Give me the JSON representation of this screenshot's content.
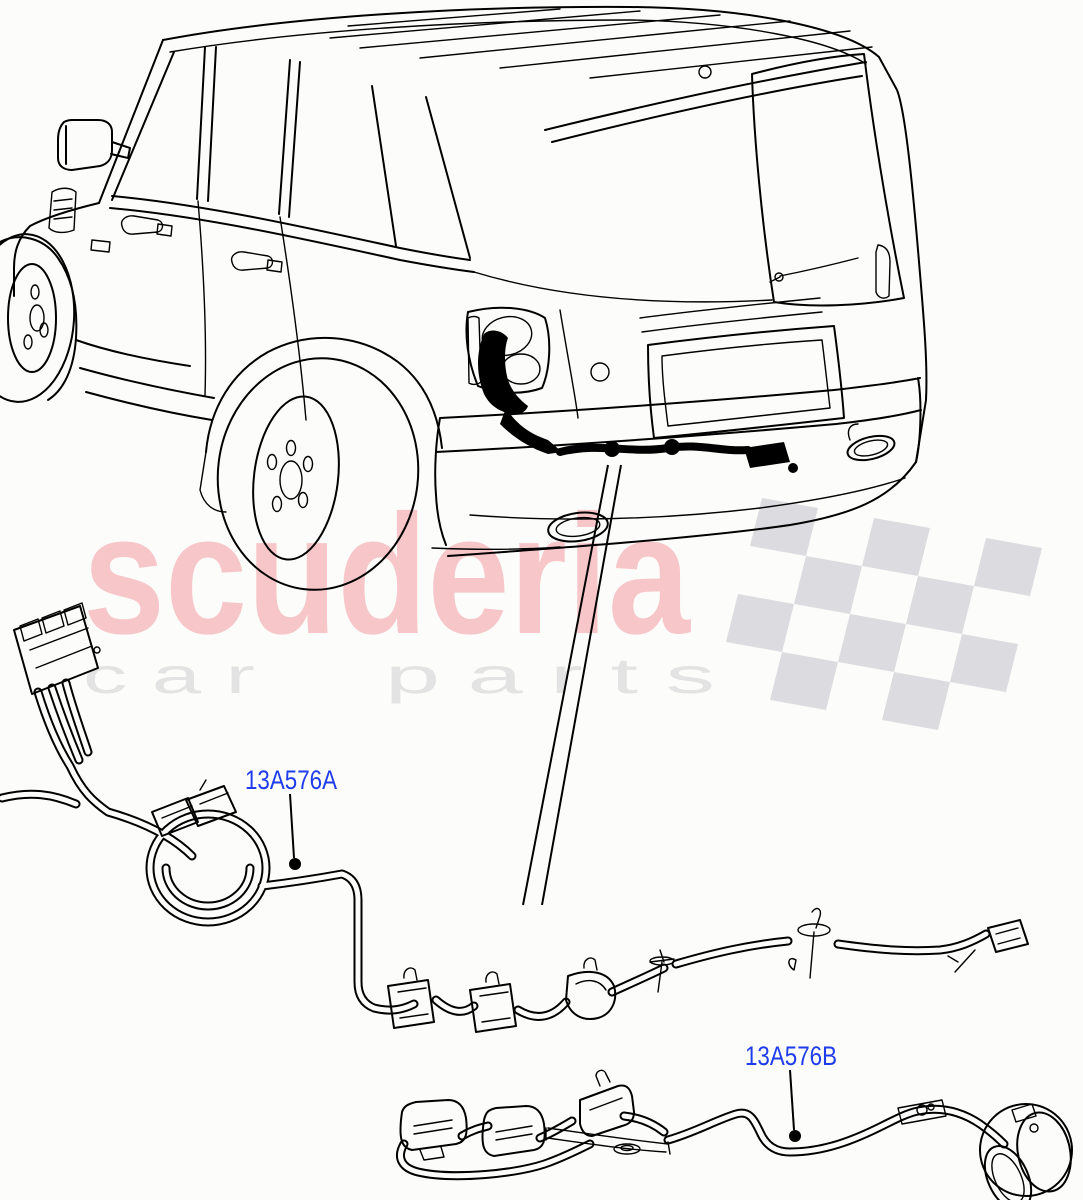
{
  "watermark": {
    "brand": "scuderia",
    "parts_word1": "c a r",
    "parts_word2": "p a r t s",
    "brand_color": "#f7c6c8",
    "parts_color": "#e3e3e3",
    "checker_color": "#dcdce0"
  },
  "callouts": [
    {
      "part_number": "13A576A"
    },
    {
      "part_number": "13A576B"
    }
  ],
  "colors": {
    "callout": "#1e3cec",
    "line_art": "#000000",
    "background": "#fcfcfa"
  }
}
